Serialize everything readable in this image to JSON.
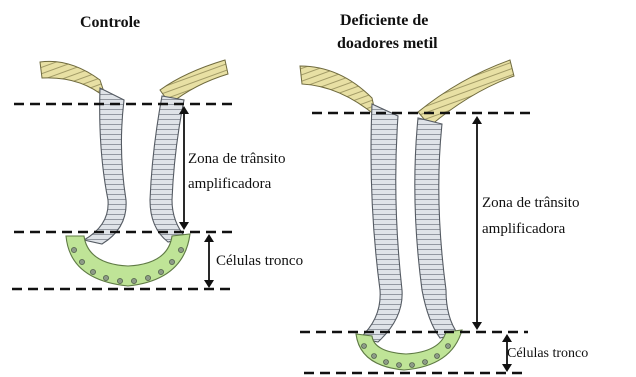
{
  "left_panel": {
    "title": "Controle",
    "zone_label_line1": "Zona de trânsito",
    "zone_label_line2": "amplificadora",
    "stem_label": "Células tronco"
  },
  "right_panel": {
    "title_line1": "Deficiente de",
    "title_line2": "doadores metil",
    "zone_label_line1": "Zona de trânsito",
    "zone_label_line2": "amplificadora",
    "stem_label": "Células tronco"
  },
  "colors": {
    "villus_epithelium": "#e6dc9c",
    "crypt_wall": "#d9dde3",
    "stem_cells": "#b8e08c",
    "guides": "#111111"
  }
}
